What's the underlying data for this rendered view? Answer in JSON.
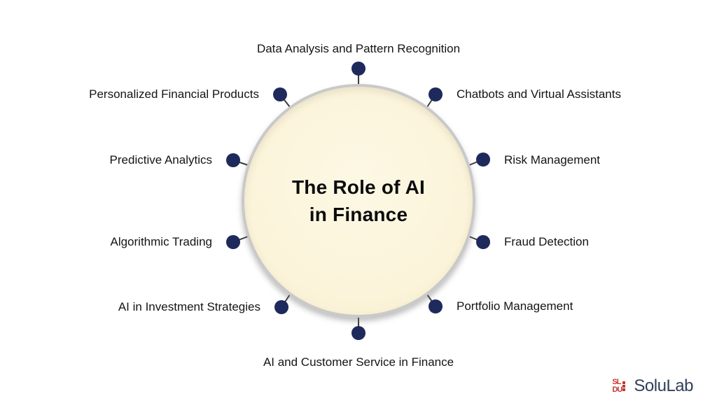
{
  "title": {
    "line1": "The Role of AI",
    "line2": "in Finance"
  },
  "spokes": [
    {
      "label": "Data Analysis and Pattern Recognition",
      "position": "top"
    },
    {
      "label": "Chatbots and Virtual Assistants",
      "position": "top-right"
    },
    {
      "label": "Risk Management",
      "position": "right-upper"
    },
    {
      "label": "Fraud Detection",
      "position": "right-lower"
    },
    {
      "label": "Portfolio Management",
      "position": "bottom-right"
    },
    {
      "label": "AI and Customer Service in Finance",
      "position": "bottom"
    },
    {
      "label": "AI in Investment Strategies",
      "position": "bottom-left"
    },
    {
      "label": "Algorithmic Trading",
      "position": "left-lower"
    },
    {
      "label": "Predictive Analytics",
      "position": "left-upper"
    },
    {
      "label": "Personalized Financial Products",
      "position": "top-left"
    }
  ],
  "colors": {
    "background": "#ffffff",
    "circle_fill": "#fbf4da",
    "circle_border": "#c9c9c9",
    "dot": "#1d2a5b",
    "connector_line": "#3b3b3b",
    "label_text": "#141414",
    "logo_red": "#c8362f",
    "logo_text_color": "#31405a"
  },
  "logo": {
    "text": "SoluLab",
    "seal_row1": "SL",
    "seal_row2": "DU"
  }
}
